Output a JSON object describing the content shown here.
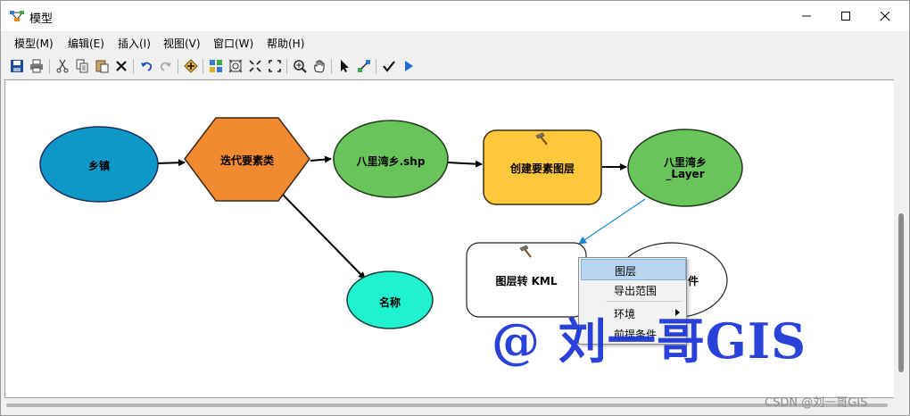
{
  "window": {
    "title": "模型"
  },
  "menu": [
    "模型(M)",
    "编辑(E)",
    "插入(I)",
    "视图(V)",
    "窗口(W)",
    "帮助(H)"
  ],
  "toolbar_icons": [
    "save-icon",
    "print-icon",
    "cut-icon",
    "copy-icon",
    "paste-icon",
    "delete-icon",
    "undo-icon",
    "redo-icon",
    "add-data-icon",
    "auto-layout-icon",
    "full-extent-icon",
    "zoom-in-fixed-icon",
    "zoom-out-fixed-icon",
    "zoom-in-icon",
    "pan-icon",
    "select-icon",
    "connect-icon",
    "validate-icon",
    "run-icon"
  ],
  "model": {
    "nodes": {
      "town": "乡镇",
      "iterator": "迭代要素类",
      "shp": "八里湾乡.shp",
      "create_layer": "创建要素图层",
      "layer_line1": "八里湾乡",
      "layer_line2": "_Layer",
      "to_kml": "图层转 KML",
      "name": "名称",
      "hidden_output_fragment": "件"
    }
  },
  "context_menu": {
    "items": [
      {
        "label": "图层",
        "highlighted": true
      },
      {
        "label": "导出范围",
        "highlighted": false
      },
      {
        "label": "环境",
        "submenu": true
      },
      {
        "label": "前提条件",
        "highlighted": false
      }
    ]
  },
  "overlay": {
    "watermark": "@ 刘一哥GIS",
    "csdn_credit": "CSDN @刘一哥GIS"
  },
  "colors": {
    "input_blue": "#0e98c7",
    "iterator_orange": "#f28a31",
    "output_green": "#6ac45c",
    "tool_yellow": "#ffc83a",
    "name_cyan": "#1ef2cf",
    "watermark_blue": "#1b34d8"
  }
}
